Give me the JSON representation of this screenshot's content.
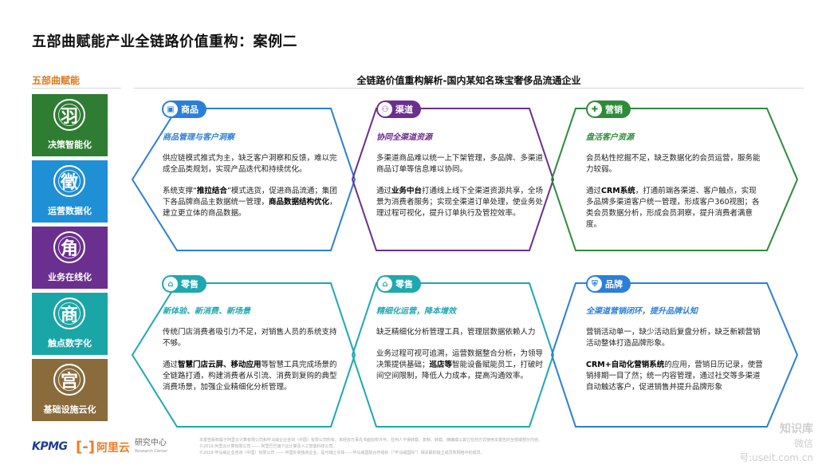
{
  "page": {
    "title": "五部曲赋能产业全链路价值重构：案例二",
    "left_heading": "五部曲赋能",
    "main_heading": "全链路价值重构解析-国内某知名珠宝奢侈品流通企业"
  },
  "colors": {
    "orange": "#e07a1f",
    "blue": "#2b7fd9",
    "purple": "#6b2f8f",
    "green": "#2e8b3a",
    "teal": "#1ea8b0",
    "brown": "#8b6a3a"
  },
  "tiles": [
    {
      "glyph": "羽",
      "label": "决策智能化",
      "color": "#2e7d32"
    },
    {
      "glyph": "徵",
      "label": "运营数据化",
      "color": "#1f8fd6"
    },
    {
      "glyph": "角",
      "label": "业务在线化",
      "color": "#6b2f8f"
    },
    {
      "glyph": "商",
      "label": "触点数字化",
      "color": "#1aa6a6"
    },
    {
      "glyph": "宫",
      "label": "基础设施云化",
      "color": "#8a6b3b"
    }
  ],
  "cards": [
    {
      "tab": "商品",
      "icon": "box-icon",
      "title": "商品管理与客户洞察",
      "p1": "供应链模式推式为主，缺乏客户洞察和反馈，难以完成全品类规划，实现产品迭代和持续优化。",
      "p2_a": "系统支撑“",
      "p2_b": "推拉结合",
      "p2_c": "”模式选货，促进商品流通；集团下各品牌商品主数据统一管理，",
      "p2_d": "商品数据结构优化",
      "p2_e": "，建立更立体的商品数据。"
    },
    {
      "tab": "渠道",
      "icon": "network-icon",
      "title": "协同全渠道资源",
      "p1": "多渠道商品难以统一上下架管理，多品牌、多渠道商品订单等信息难以协同。",
      "p2_a": "通过",
      "p2_b": "业务中台",
      "p2_c": "打通线上线下全渠道资源共享，全场景为消费者服务；实现全渠道订单处理，使业务处理过程可视化，提升订单执行及管控效率。",
      "p2_d": "",
      "p2_e": ""
    },
    {
      "tab": "营销",
      "icon": "gift-icon",
      "title": "盘活客户资源",
      "p1": "会员粘性挖掘不足，缺乏数据化的会员运营，服务能力较弱。",
      "p2_a": "通过",
      "p2_b": "CRM系统",
      "p2_c": "，打通前端各渠道、客户触点，实现多品牌多渠道客户统一管理，形成客户360视图；各类会员数据分析，形成会员洞察，提升消费者满意度。",
      "p2_d": "",
      "p2_e": ""
    },
    {
      "tab": "零售",
      "icon": "store-icon",
      "title": "新体验、新消费、新场景",
      "p1": "传统门店消费者吸引力不足，对销售人员的系统支持不够。",
      "p2_a": "通过",
      "p2_b": "智慧门店云屏、移动应用",
      "p2_c": "等智慧工具完成场景的全链路打通，构建消费者从引流、消费到复购的典型消费场景，加强企业精细化分析管理。",
      "p2_d": "",
      "p2_e": ""
    },
    {
      "tab": "零售",
      "icon": "store-icon",
      "title": "精细化运营，降本增效",
      "p1": "缺乏精细化分析管理工具，管理层数据依赖人力",
      "p2_a": "业务过程可视可追溯，运营数据整合分析，为领导决策提供基础；",
      "p2_b": "巡店等",
      "p2_c": "智能设备赋能员工，打破时间空间限制，降低人力成本，提高沟通效率。",
      "p2_d": "",
      "p2_e": ""
    },
    {
      "tab": "品牌",
      "icon": "shield-icon",
      "title": "全渠道营销闭环，提升品牌认知",
      "p1": "营销活动单一，缺少活动后复盘分析，缺乏新颖营销活动整体打造品牌形象。",
      "p2_a": "",
      "p2_b": "CRM+自动化营销系统",
      "p2_c": "的应用，营销日历记录，使营销排期一目了然；统一内容管理，通过社交等多渠道自动触达客户，促进销售并提升品牌形象",
      "p2_d": "",
      "p2_e": ""
    }
  ],
  "footer": {
    "line1": "本报告版权属于阿里云计算有限公司和毕马威企业咨询（中国）有限公司所有。未经双方事先书面授权许可，任何人不得转载、复制、转载、摘编或以其它任何方式使用本报告的全部或部分内容。",
    "line2": "©2019 阿里云计算有限公司 —— 阿里巴巴旗下云计算及人工智能科技公司。",
    "line3": "©2019 毕马威企业咨询（中国）有限公司 —— 中国外商独资企业，是与瑞士实体——毕马威国际合作组织（“毕马威国际”）相关联的独立成员所网络中的成员。"
  },
  "logos": {
    "kpmg": "KPMG",
    "aliyun": "阿里云",
    "research": "研究中心",
    "research_en": "Research Center"
  },
  "watermark": {
    "line1": "知识库",
    "line2": "微信号:useit.com.cn"
  }
}
